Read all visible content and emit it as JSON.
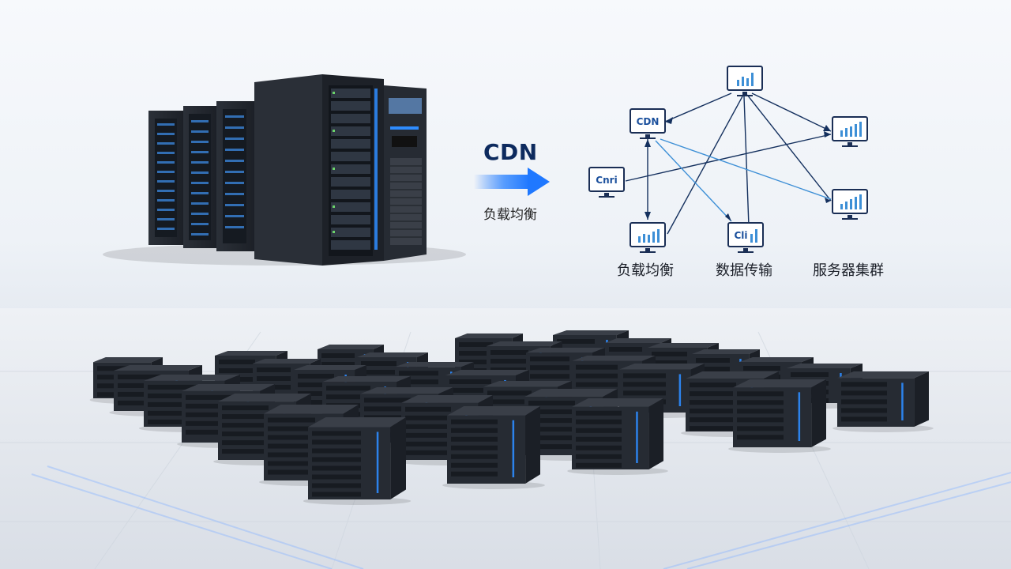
{
  "arrow": {
    "label": "CDN",
    "caption": "负载均衡",
    "color": "#1f78ff"
  },
  "network": {
    "nodes": [
      {
        "id": "top",
        "icon": "bar-chart-icon",
        "label": ""
      },
      {
        "id": "cdn",
        "icon": "monitor-icon",
        "label": "CDN"
      },
      {
        "id": "right1",
        "icon": "bar-chart-icon",
        "label": ""
      },
      {
        "id": "left",
        "icon": "monitor-icon",
        "label": "Cnri"
      },
      {
        "id": "right2",
        "icon": "bar-chart-icon",
        "label": ""
      },
      {
        "id": "bottom1",
        "icon": "bar-chart-icon",
        "label": ""
      },
      {
        "id": "bottom2",
        "icon": "bar-chart-icon",
        "label": "Cli"
      }
    ],
    "captions": {
      "load_balancing": "负载均衡",
      "data_transfer": "数据传输",
      "server_cluster": "服务器集群"
    },
    "line_color_dark": "#14305e",
    "line_color_light": "#3d8fd6"
  },
  "colors": {
    "server_body": "#23272f",
    "server_accent": "#2e8cff",
    "floor": "#e6eaf0"
  }
}
